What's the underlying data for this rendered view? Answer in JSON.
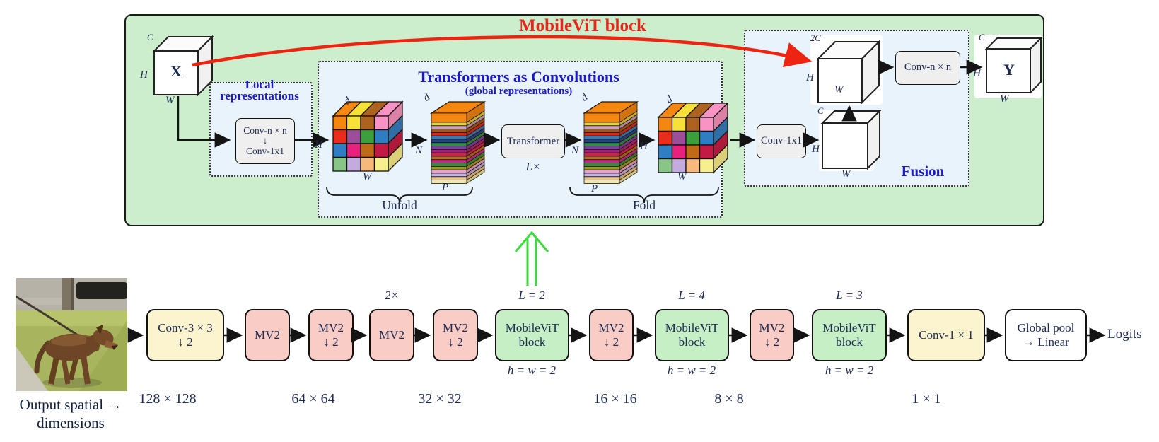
{
  "colors": {
    "panel_green": "#cdeecd",
    "dashed_fill": "#e9f3fb",
    "heading_blue": "#1b1ac6",
    "title_red": "#e8261a",
    "text_navy": "#1c2a52",
    "yellow_block": "#fbf4cf",
    "pink_block": "#f9ccc6",
    "green_block": "#c6efc6",
    "green_arrow": "#3bdb3b",
    "red_arrow": "#ee2413",
    "gray_box": "#efefef"
  },
  "block_diagram": {
    "title": "MobileViT block",
    "input_label": "X",
    "output_label": "Y",
    "labels": {
      "C": "C",
      "C2": "2C",
      "H": "H",
      "W": "W",
      "d": "d",
      "N": "N",
      "P": "P"
    },
    "local": {
      "heading1": "Local",
      "heading2": "representations",
      "conv_top": "Conv-n × n",
      "conv_mid": "↓",
      "conv_bottom": "Conv-1x1"
    },
    "global": {
      "heading": "Transformers as Convolutions",
      "subheading": "(global representations)",
      "transformer": "Transformer",
      "repeat": "L×",
      "unfold": "Unfold",
      "fold": "Fold"
    },
    "fusion": {
      "heading": "Fusion",
      "conv1x1": "Conv-1x1",
      "convnxn": "Conv-n × n"
    }
  },
  "pipeline": {
    "caption1": "Output spatial →",
    "caption2": "dimensions",
    "blocks": [
      {
        "line1": "Conv-3 × 3",
        "line2": "↓ 2",
        "type": "yellow"
      },
      {
        "line1": "MV2",
        "type": "pink"
      },
      {
        "line1": "MV2",
        "line2": "↓ 2",
        "type": "pink"
      },
      {
        "line1": "MV2",
        "type": "pink",
        "top": "2×"
      },
      {
        "line1": "MV2",
        "line2": "↓ 2",
        "type": "pink"
      },
      {
        "line1": "MobileViT",
        "line2": "block",
        "type": "green",
        "top": "L = 2",
        "bottom": "h = w = 2"
      },
      {
        "line1": "MV2",
        "line2": "↓ 2",
        "type": "pink"
      },
      {
        "line1": "MobileViT",
        "line2": "block",
        "type": "green",
        "top": "L = 4",
        "bottom": "h = w = 2"
      },
      {
        "line1": "MV2",
        "line2": "↓ 2",
        "type": "pink"
      },
      {
        "line1": "MobileViT",
        "line2": "block",
        "type": "green",
        "top": "L = 3",
        "bottom": "h = w = 2"
      },
      {
        "line1": "Conv-1 × 1",
        "type": "yellow"
      },
      {
        "line1": "Global pool",
        "line2": "→ Linear",
        "type": "white"
      }
    ],
    "output_label": "Logits",
    "dims": [
      "128 × 128",
      "64 × 64",
      "32 × 32",
      "16 × 16",
      "8 × 8",
      "1 × 1"
    ]
  },
  "tensor_palette": {
    "cube_front": [
      [
        "#f5860f",
        "#f7e139",
        "#ad6220",
        "#f893c4"
      ],
      [
        "#e92c1b",
        "#9b4f9b",
        "#3ba03b",
        "#2f7dc3"
      ],
      [
        "#2f7dc3",
        "#e8217f",
        "#bf6a16",
        "#c21a45"
      ],
      [
        "#87c687",
        "#c3abdf",
        "#f6b97b",
        "#f7ef8d"
      ]
    ],
    "cube_top": [
      "#f5860f",
      "#f7e139",
      "#ad6220",
      "#f893c4"
    ],
    "cube_side": [
      "#f893c4",
      "#2f7dc3",
      "#c21a45",
      "#f7ef8d"
    ],
    "stack": [
      "#f5860f",
      "#e8d23a",
      "#c9a0c0",
      "#a0561e",
      "#d8291b",
      "#3a7abc",
      "#25418c",
      "#2f8f46",
      "#7b3fa0",
      "#a82078",
      "#d02050",
      "#b86a20",
      "#c22a8a",
      "#3a8a3a",
      "#9a9a2a",
      "#eda0cd",
      "#c5b3e6",
      "#e9c48c",
      "#f0e9a5"
    ]
  }
}
